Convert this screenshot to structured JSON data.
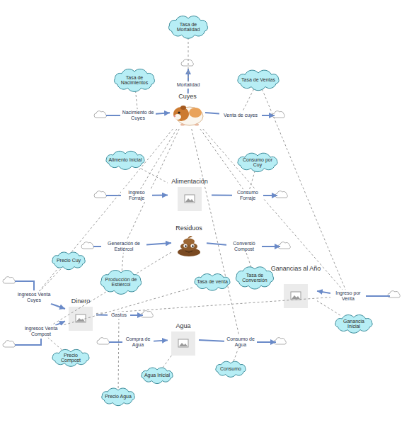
{
  "diagram": {
    "nodes": [
      {
        "text": [
          "Tasa de Mortalidad"
        ]
      },
      {
        "text": [
          "Mortalidad"
        ]
      },
      {
        "text": [
          "Tasa de Nacimientos"
        ]
      },
      {
        "text": [
          "Tasa de Ventas"
        ]
      },
      {
        "text": [
          "Cuyes"
        ]
      },
      {
        "text": [
          "Nacimiento de Cuyes"
        ]
      },
      {
        "text": [
          "Venta de cuyes"
        ]
      },
      {
        "text": [
          "Alimento Inicial"
        ]
      },
      {
        "text": [
          "Consumo por Cuy"
        ]
      },
      {
        "text": [
          "Alimentación"
        ]
      },
      {
        "text": [
          "Ingreso Forraje"
        ]
      },
      {
        "text": [
          "Consumo Forraje"
        ]
      },
      {
        "text": [
          "Residuos"
        ]
      },
      {
        "text": [
          "Generación de Estiércol"
        ]
      },
      {
        "text": [
          "Conversió Compost"
        ]
      },
      {
        "text": [
          "Precio Cuy"
        ]
      },
      {
        "text": [
          "Ganancias al Año"
        ]
      },
      {
        "text": [
          "Tasa de Conversión"
        ]
      },
      {
        "text": [
          "Producción de Estiércol"
        ]
      },
      {
        "text": [
          "Tasa de venta"
        ]
      },
      {
        "text": [
          "Ingreso por Venta"
        ]
      },
      {
        "text": [
          "Ingresos Venta Cuyes"
        ]
      },
      {
        "text": [
          "Dinero"
        ]
      },
      {
        "text": [
          "Gastos"
        ]
      },
      {
        "text": [
          "Ganancia Inicial"
        ]
      },
      {
        "text": [
          "Agua"
        ]
      },
      {
        "text": [
          "Ingresos Venta Compost"
        ]
      },
      {
        "text": [
          "Compra de Agua"
        ]
      },
      {
        "text": [
          "Consumo de Agua"
        ]
      },
      {
        "text": [
          "Precio Compost"
        ]
      },
      {
        "text": [
          "Consumo"
        ]
      },
      {
        "text": [
          "Agua Inicial"
        ]
      },
      {
        "text": [
          "Precio Agua"
        ]
      }
    ],
    "edges": [
      {
        "from": 5,
        "to": 4,
        "arrow": "to"
      },
      {
        "from": 4,
        "to": 1,
        "arrow": "none"
      },
      {
        "from": 4,
        "to": 6,
        "arrow": "none"
      },
      {
        "from": 10,
        "to": 9,
        "arrow": "to"
      },
      {
        "from": 9,
        "to": 11,
        "arrow": "none"
      },
      {
        "from": 13,
        "to": 12,
        "arrow": "to"
      },
      {
        "from": 12,
        "to": 14,
        "arrow": "none"
      },
      {
        "from": 20,
        "to": 16,
        "arrow": "to"
      },
      {
        "from": 21,
        "to": 22,
        "arrow": "to"
      },
      {
        "from": 26,
        "to": 22,
        "arrow": "to"
      },
      {
        "from": 22,
        "to": 23,
        "arrow": "none"
      },
      {
        "from": 27,
        "to": 25,
        "arrow": "to"
      },
      {
        "from": 25,
        "to": 28,
        "arrow": "none"
      },
      {
        "from": 0,
        "to": 1,
        "arrow": "none"
      },
      {
        "from": 2,
        "to": 5,
        "arrow": "none"
      },
      {
        "from": 3,
        "to": 6,
        "arrow": "none"
      },
      {
        "from": 3,
        "to": 20,
        "arrow": "none"
      },
      {
        "from": 4,
        "to": 10,
        "arrow": "none"
      },
      {
        "from": 4,
        "to": 11,
        "arrow": "none"
      },
      {
        "from": 4,
        "to": 13,
        "arrow": "none"
      },
      {
        "from": 4,
        "to": 21,
        "arrow": "none"
      },
      {
        "from": 4,
        "to": 20,
        "arrow": "none"
      },
      {
        "from": 4,
        "to": 28,
        "arrow": "none"
      },
      {
        "from": 7,
        "to": 9,
        "arrow": "none"
      },
      {
        "from": 8,
        "to": 11,
        "arrow": "none"
      },
      {
        "from": 15,
        "to": 21,
        "arrow": "none"
      },
      {
        "from": 18,
        "to": 13,
        "arrow": "none"
      },
      {
        "from": 12,
        "to": 26,
        "arrow": "none"
      },
      {
        "from": 19,
        "to": 26,
        "arrow": "none"
      },
      {
        "from": 29,
        "to": 26,
        "arrow": "none"
      },
      {
        "from": 17,
        "to": 14,
        "arrow": "none"
      },
      {
        "from": 24,
        "to": 16,
        "arrow": "none"
      },
      {
        "from": 30,
        "to": 28,
        "arrow": "none"
      },
      {
        "from": 31,
        "to": 25,
        "arrow": "none"
      },
      {
        "from": 32,
        "to": 23,
        "arrow": "none"
      },
      {
        "from": 22,
        "to": 20,
        "arrow": "none"
      }
    ]
  }
}
